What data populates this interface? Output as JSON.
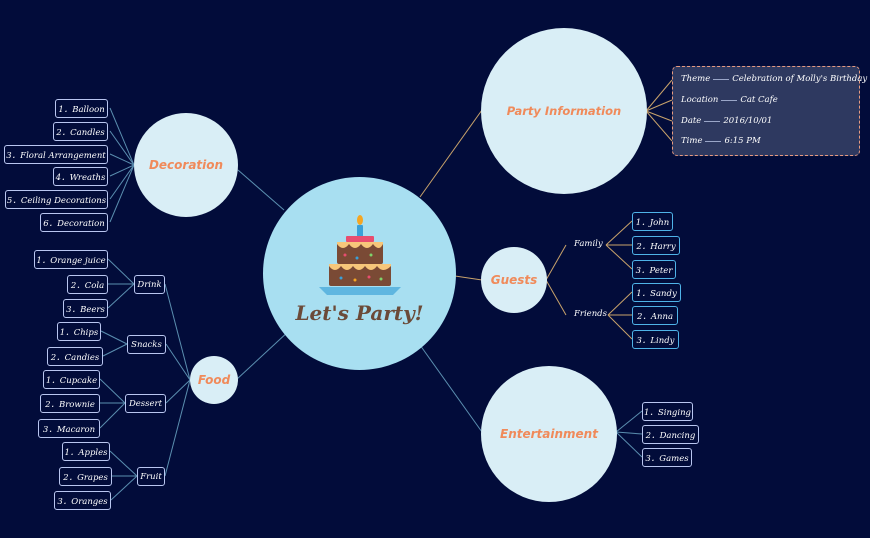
{
  "center": {
    "title": "Let's Party!"
  },
  "decoration": {
    "label": "Decoration",
    "items": [
      "1．Balloon",
      "2．Candles",
      "3．Floral Arrangement",
      "4．Wreaths",
      "5．Ceiling Decorations",
      "6．Decoration"
    ]
  },
  "food": {
    "label": "Food",
    "drink": {
      "label": "Drink",
      "items": [
        "1．Orange juice",
        "2．Cola",
        "3．Beers"
      ]
    },
    "snacks": {
      "label": "Snacks",
      "items": [
        "1．Chips",
        "2．Candies"
      ]
    },
    "dessert": {
      "label": "Dessert",
      "items": [
        "1．Cupcake",
        "2．Brownie",
        "3．Macaron"
      ]
    },
    "fruit": {
      "label": "Fruit",
      "items": [
        "1．Apples",
        "2．Grapes",
        "3．Oranges"
      ]
    }
  },
  "party_info": {
    "label": "Party Information",
    "rows": [
      {
        "key": "Theme",
        "value": "Celebration of Molly's Birthday"
      },
      {
        "key": "Location",
        "value": "Cat Cafe"
      },
      {
        "key": "Date",
        "value": "2016/10/01"
      },
      {
        "key": "Time",
        "value": "6:15 PM"
      }
    ]
  },
  "guests": {
    "label": "Guests",
    "family": {
      "label": "Family",
      "items": [
        "1．John",
        "2．Harry",
        "3．Peter"
      ]
    },
    "friends": {
      "label": "Friends",
      "items": [
        "1．Sandy",
        "2．Anna",
        "3．Lindy"
      ]
    }
  },
  "entertainment": {
    "label": "Entertainment",
    "items": [
      "1．Singing",
      "2．Dancing",
      "3．Games"
    ]
  },
  "colors": {
    "background": "#020c3a",
    "topic": "#d9eef6",
    "center": "#a8dff1",
    "topic_text": "#f08a5a"
  }
}
